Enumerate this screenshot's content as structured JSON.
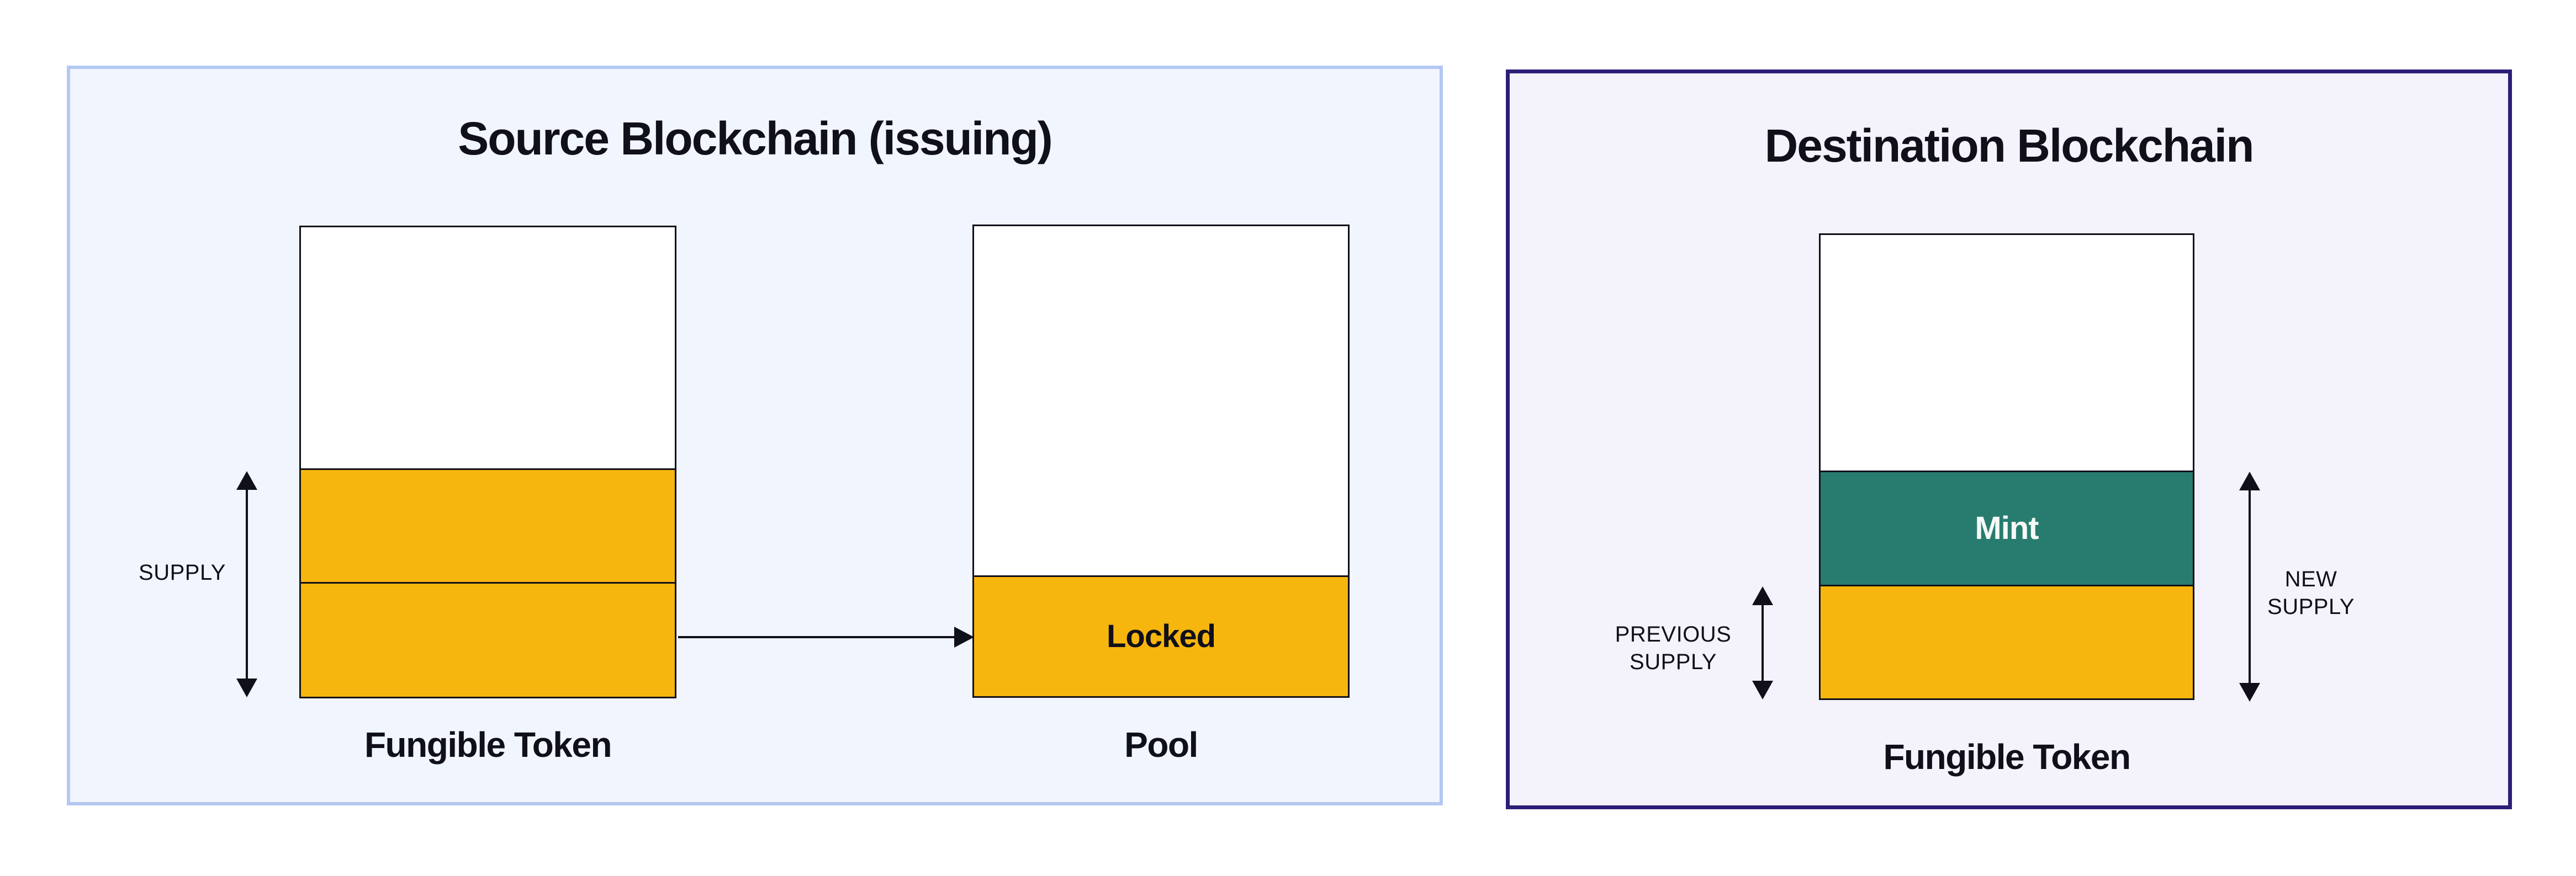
{
  "colors": {
    "page-bg": "#ffffff",
    "ink": "#10101a",
    "amber": "#f6b60d",
    "teal": "#287c6f",
    "mint-text": "#f5f9f7",
    "source-bg": "#f1f5fd",
    "source-border": "#b3c8f2",
    "dest-bg": "#f4f2fb",
    "dest-border": "#2c1e78"
  },
  "source_panel": {
    "title": "Source Blockchain (issuing)",
    "supply_label": "SUPPLY",
    "fungible_token_caption": "Fungible Token",
    "locked_label": "Locked",
    "pool_caption": "Pool"
  },
  "destination_panel": {
    "title": "Destination Blockchain",
    "previous_supply_label": "PREVIOUS\nSUPPLY",
    "new_supply_label": "NEW\nSUPPLY",
    "mint_label": "Mint",
    "fungible_token_caption": "Fungible Token"
  }
}
